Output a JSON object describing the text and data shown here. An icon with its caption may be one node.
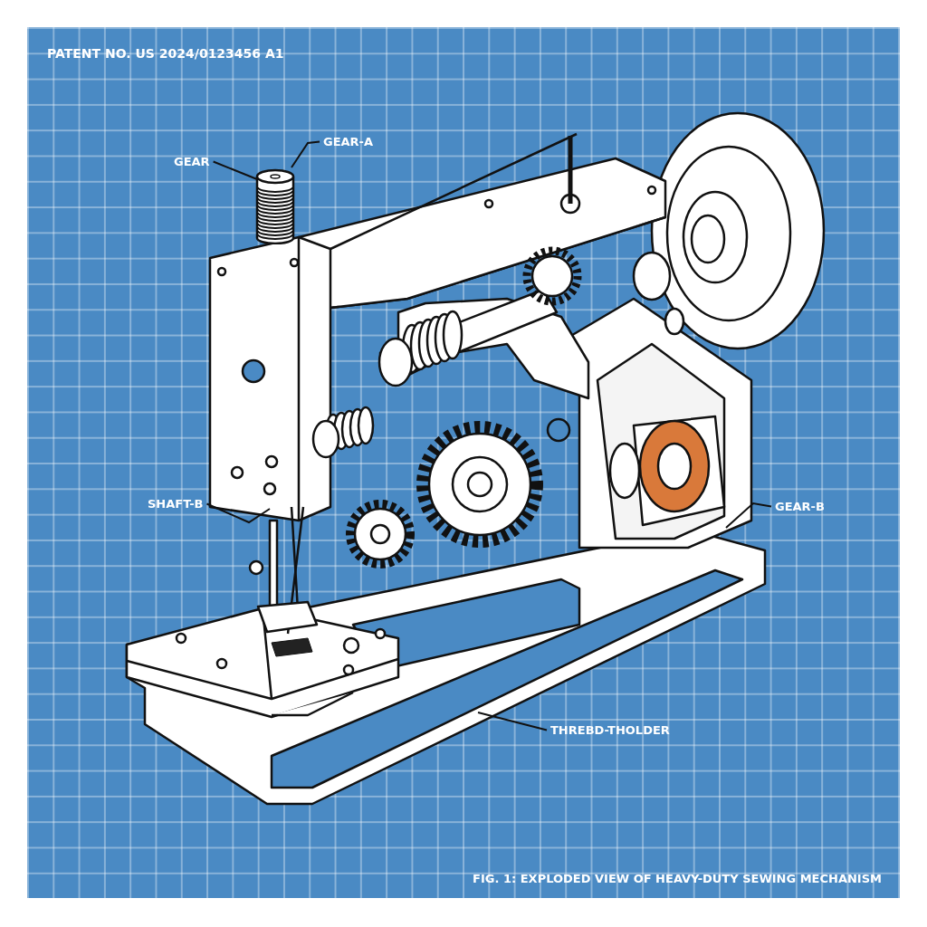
{
  "diagram": {
    "title": "PATENT NO. US 2024/0123456 A1",
    "caption": "FIG. 1: EXPLODED VIEW OF HEAVY-DUTY SEWING MECHANISM",
    "nodes": [
      {
        "text": [
          "GEAR"
        ]
      },
      {
        "text": [
          "GEAR-A"
        ]
      },
      {
        "text": [
          "SHAFT-B"
        ]
      },
      {
        "text": [
          "GEAR-B"
        ]
      },
      {
        "text": [
          "THREBD-THOLDER"
        ]
      },
      {
        "text": [],
        "shape": "cylinder"
      }
    ],
    "edges": [
      {
        "from": 0,
        "to": 5,
        "arrow": "none"
      },
      {
        "from": 1,
        "to": 5,
        "arrow": "none"
      },
      {
        "from": 2,
        "to": null,
        "arrow": "none"
      },
      {
        "from": 3,
        "to": null,
        "arrow": "none"
      },
      {
        "from": 4,
        "to": null,
        "arrow": "none"
      }
    ]
  }
}
